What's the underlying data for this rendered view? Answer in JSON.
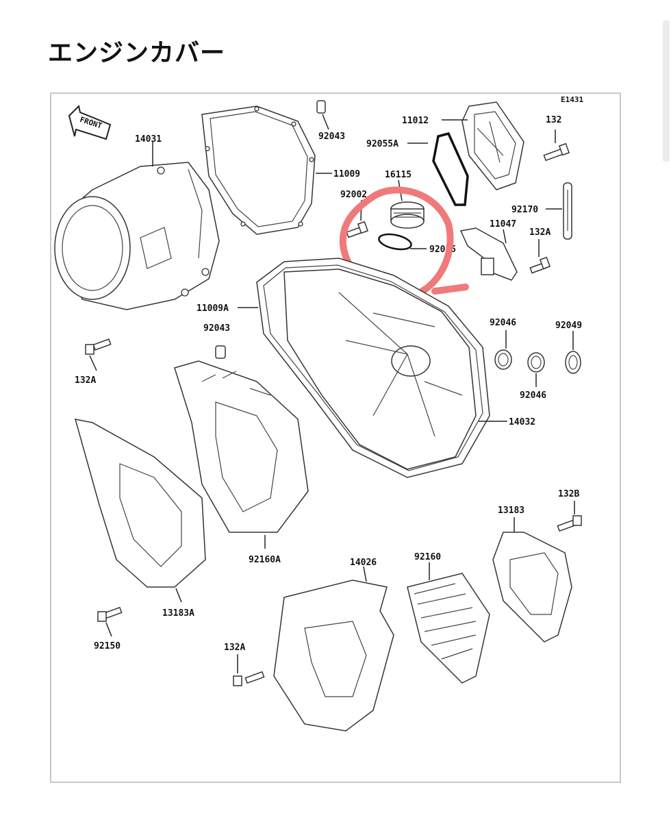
{
  "page": {
    "title": "エンジンカバー"
  },
  "diagram": {
    "code": "E1431",
    "front_label": "FRONT",
    "parts": {
      "p14031": "14031",
      "p92043a": "92043",
      "p11009": "11009",
      "p11012": "11012",
      "p92055A": "92055A",
      "p132": "132",
      "p16115": "16115",
      "p92002": "92002",
      "p92055": "92055",
      "p92170": "92170",
      "p11047": "11047",
      "p132A_a": "132A",
      "p11009A": "11009A",
      "p92043b": "92043",
      "p92046a": "92046",
      "p92049": "92049",
      "p132A_b": "132A",
      "p92046b": "92046",
      "p14032": "14032",
      "p132B": "132B",
      "p13183": "13183",
      "p92160A": "92160A",
      "p14026": "14026",
      "p92160": "92160",
      "p13183A": "13183A",
      "p92150": "92150",
      "p132A_c": "132A"
    },
    "highlight_color": "#f07a7a"
  }
}
